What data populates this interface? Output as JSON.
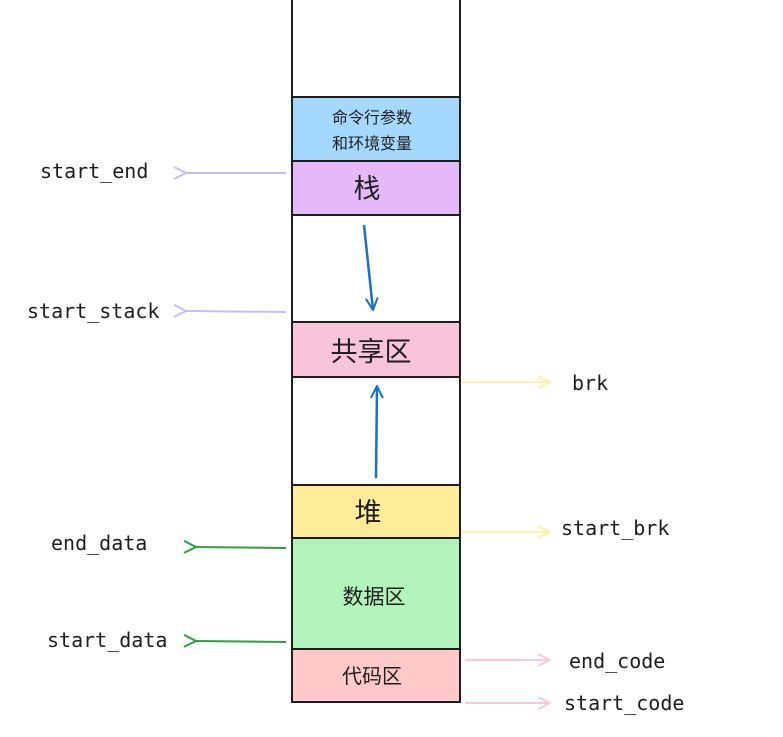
{
  "segments": {
    "args_line1": "命令行参数",
    "args_line2": "和环境变量",
    "stack": "栈",
    "shared": "共享区",
    "heap": "堆",
    "data": "数据区",
    "code": "代码区"
  },
  "pointers": {
    "start_end": "start_end",
    "start_stack": "start_stack",
    "brk": "brk",
    "start_brk": "start_brk",
    "end_data": "end_data",
    "start_data": "start_data",
    "end_code": "end_code",
    "start_code": "start_code"
  },
  "colors": {
    "args": "#a5d8ff",
    "stack": "#e5b9f9",
    "shared": "#f9c4da",
    "heap": "#ffec99",
    "data": "#b2f2bb",
    "code": "#ffc9c9",
    "purple_arrow": "#c5bef6",
    "yellow_arrow": "#fff1a6",
    "green_arrow": "#2f9e44",
    "pink_arrow": "#fbc8d8",
    "blue_arrow": "#1971c2",
    "outline": "#1e1e1e"
  }
}
